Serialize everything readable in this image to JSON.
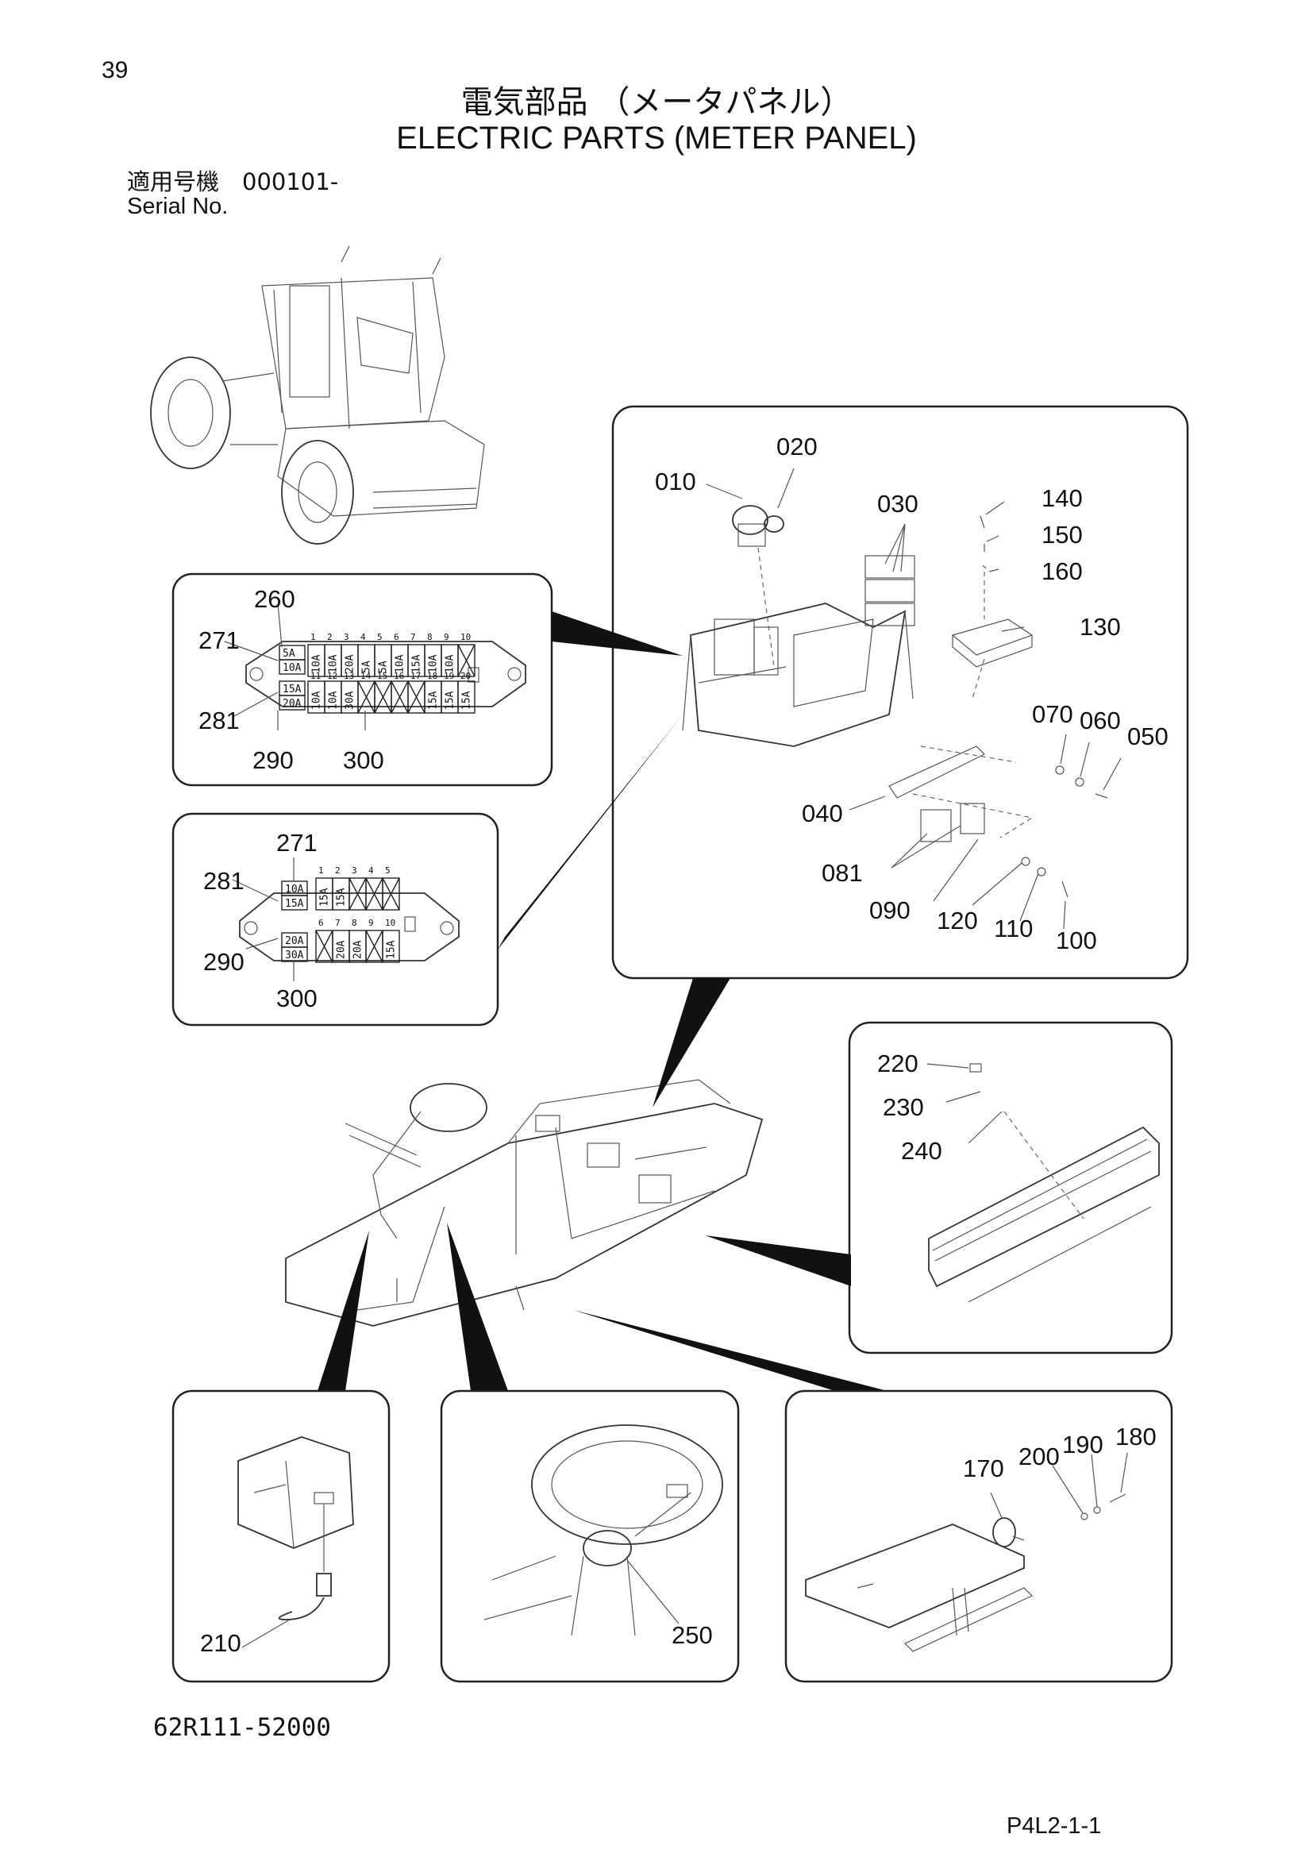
{
  "page": {
    "number": "39",
    "title_jp": "電気部品 （メータパネル）",
    "title_en": "ELECTRIC PARTS (METER PANEL)",
    "serial_label_jp": "適用号機　000101-",
    "serial_label_en": "Serial No.",
    "drawing_number": "62R111-52000",
    "page_code": "P4L2-1-1"
  },
  "fuse_box_a": {
    "callouts": [
      "260",
      "271",
      "281",
      "290",
      "300"
    ],
    "top_numbers": [
      "1",
      "2",
      "3",
      "4",
      "5",
      "6",
      "7",
      "8",
      "9",
      "10"
    ],
    "bottom_numbers": [
      "11",
      "12",
      "13",
      "14",
      "15",
      "16",
      "17",
      "18",
      "19",
      "20"
    ],
    "left_top": [
      "5A",
      "10A"
    ],
    "left_bottom": [
      "15A",
      "20A"
    ],
    "top_ratings": [
      "10A",
      "10A",
      "20A",
      "5A",
      "5A",
      "10A",
      "15A",
      "10A",
      "10A",
      "X"
    ],
    "bottom_ratings": [
      "10A",
      "10A",
      "30A",
      "X",
      "X",
      "X",
      "X",
      "15A",
      "15A",
      "15A"
    ]
  },
  "fuse_box_b": {
    "callouts": [
      "271",
      "281",
      "290",
      "300"
    ],
    "top_numbers": [
      "1",
      "2",
      "3",
      "4",
      "5"
    ],
    "bottom_numbers": [
      "6",
      "7",
      "8",
      "9",
      "10"
    ],
    "left_top": [
      "10A",
      "15A"
    ],
    "left_bottom": [
      "20A",
      "30A"
    ],
    "top_ratings": [
      "15A",
      "15A",
      "X",
      "X",
      "X"
    ],
    "bottom_ratings": [
      "X",
      "20A",
      "20A",
      "X",
      "15A"
    ]
  },
  "main_detail": {
    "callouts": [
      "010",
      "020",
      "030",
      "140",
      "150",
      "160",
      "130",
      "070",
      "060",
      "050",
      "040",
      "081",
      "090",
      "120",
      "110",
      "100"
    ]
  },
  "right_detail": {
    "callouts": [
      "220",
      "230",
      "240"
    ]
  },
  "bottom_left_detail": {
    "callouts": [
      "210"
    ]
  },
  "bottom_mid_detail": {
    "callouts": [
      "250"
    ]
  },
  "bottom_right_detail": {
    "callouts": [
      "170",
      "200",
      "190",
      "180"
    ]
  }
}
